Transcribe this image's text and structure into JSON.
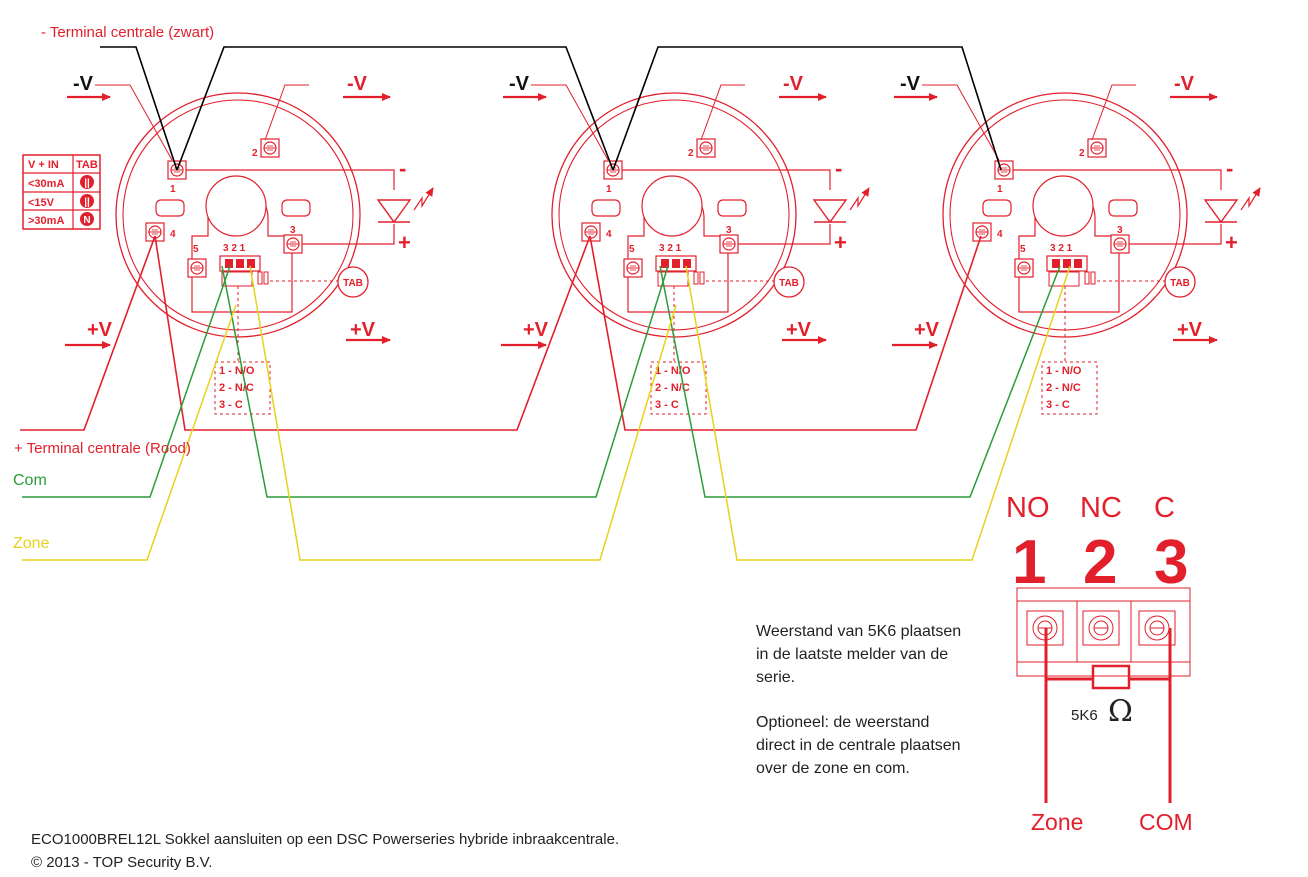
{
  "labels": {
    "terminal_minus": "- Terminal centrale (zwart)",
    "terminal_plus": "+ Terminal centrale (Rood)",
    "com": "Com",
    "zone": "Zone",
    "minus_v": "-V",
    "plus_v": "+V",
    "led_minus": "-",
    "led_plus": "+",
    "tab_circle": "TAB",
    "terminal_numbers": [
      "1",
      "2",
      "3",
      "4",
      "5"
    ],
    "relay_pins": "3 2 1",
    "relay_legend": [
      "1 - N/O",
      "2 - N/C",
      "3 - C"
    ]
  },
  "tab_table": {
    "header": [
      "V + IN",
      "TAB"
    ],
    "rows": [
      {
        "value": "<30mA",
        "symbol": "||"
      },
      {
        "value": "<15V",
        "symbol": "||"
      },
      {
        "value": ">30mA",
        "symbol": "N"
      }
    ]
  },
  "relay_detail": {
    "headers": [
      "NO",
      "NC",
      "C"
    ],
    "numbers": [
      "1",
      "2",
      "3"
    ],
    "resistor": "5K6",
    "ohm": "Ω",
    "zone": "Zone",
    "com": "COM"
  },
  "notes": {
    "note1": [
      "Weerstand van 5K6 plaatsen",
      "in de laatste melder van de",
      "serie."
    ],
    "note2": [
      "Optioneel: de weerstand",
      "direct in de centrale plaatsen",
      "over de zone en com."
    ]
  },
  "footer": {
    "line1": "ECO1000BREL12L Sokkel aansluiten op een DSC Powerseries hybride inbraakcentrale.",
    "line2": "© 2013 - TOP Security B.V."
  },
  "colors": {
    "red": "#e2202c",
    "black": "#000000",
    "green": "#2a9d3a",
    "yellow": "#e8d21a",
    "text": "#222222"
  }
}
